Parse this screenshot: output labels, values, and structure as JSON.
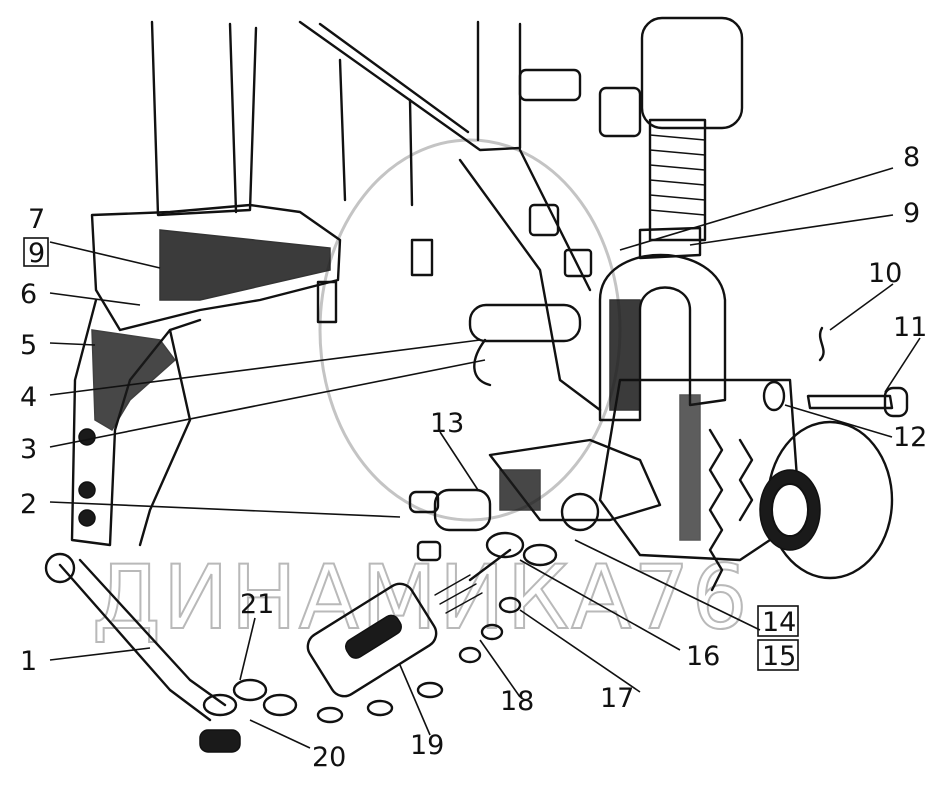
{
  "watermark": "ДИНАМИКА76",
  "callouts": [
    {
      "id": "c1",
      "text": "1"
    },
    {
      "id": "c2",
      "text": "2"
    },
    {
      "id": "c3",
      "text": "3"
    },
    {
      "id": "c4",
      "text": "4"
    },
    {
      "id": "c5",
      "text": "5"
    },
    {
      "id": "c6",
      "text": "6"
    },
    {
      "id": "c7",
      "text": "7"
    },
    {
      "id": "c9a",
      "text": "9"
    },
    {
      "id": "c8",
      "text": "8"
    },
    {
      "id": "c9b",
      "text": "9"
    },
    {
      "id": "c10",
      "text": "10"
    },
    {
      "id": "c11",
      "text": "11"
    },
    {
      "id": "c12",
      "text": "12"
    },
    {
      "id": "c13",
      "text": "13"
    },
    {
      "id": "c14",
      "text": "14"
    },
    {
      "id": "c15",
      "text": "15"
    },
    {
      "id": "c16",
      "text": "16"
    },
    {
      "id": "c17",
      "text": "17"
    },
    {
      "id": "c18",
      "text": "18"
    },
    {
      "id": "c19",
      "text": "19"
    },
    {
      "id": "c20",
      "text": "20"
    },
    {
      "id": "c21",
      "text": "21"
    }
  ]
}
